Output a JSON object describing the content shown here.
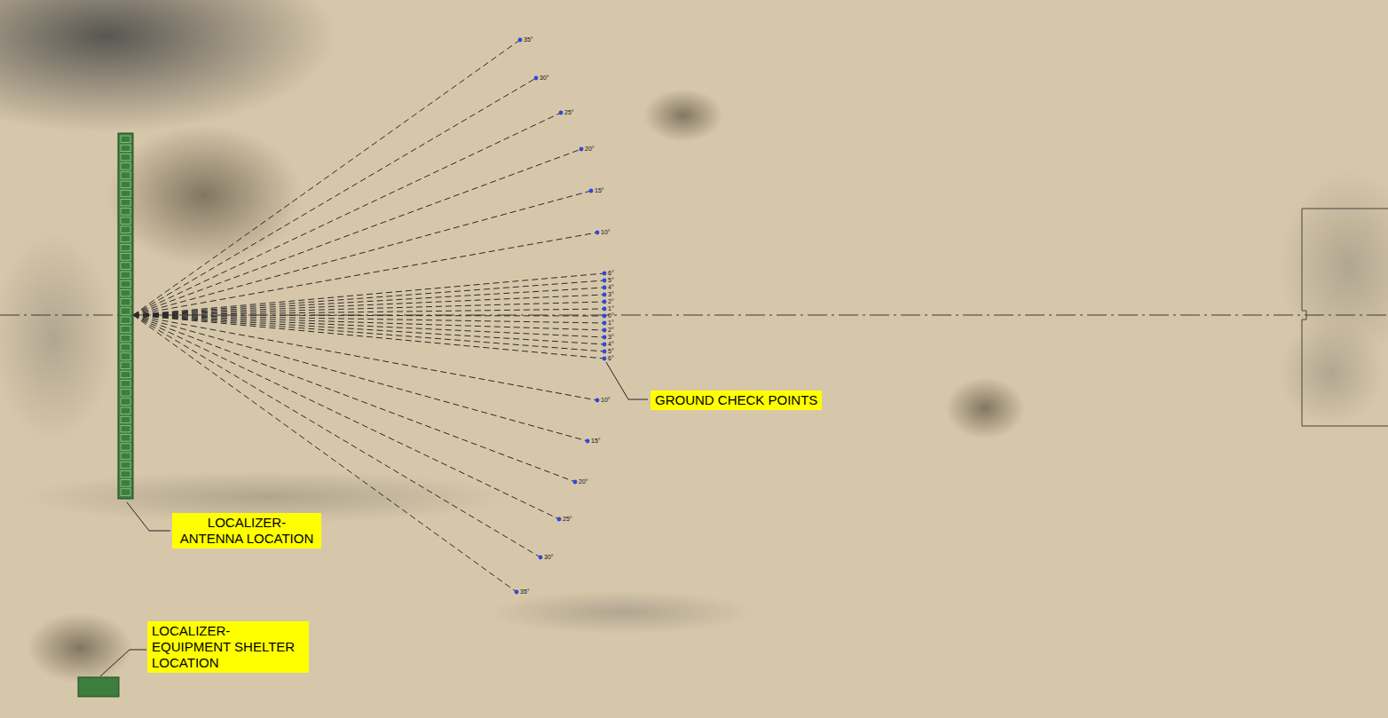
{
  "diagram": {
    "nodes": [
      {
        "text": [
          "GROUND CHECK POINTS"
        ]
      },
      {
        "text": [
          "LOCALIZER- ANTENNA LOCATION"
        ]
      },
      {
        "text": [
          "LOCALIZER- EQUIPMENT SHELTER LOCATION"
        ]
      }
    ],
    "labels": [
      "35°",
      "30°",
      "25°",
      "20°",
      "15°",
      "10°",
      "6°",
      "5°",
      "4°",
      "3°",
      "2°",
      "1°",
      "0°",
      "1°",
      "2°",
      "3°",
      "4°",
      "5°",
      "6°",
      "10°",
      "15°",
      "20°",
      "25°",
      "30°",
      "35°"
    ]
  }
}
